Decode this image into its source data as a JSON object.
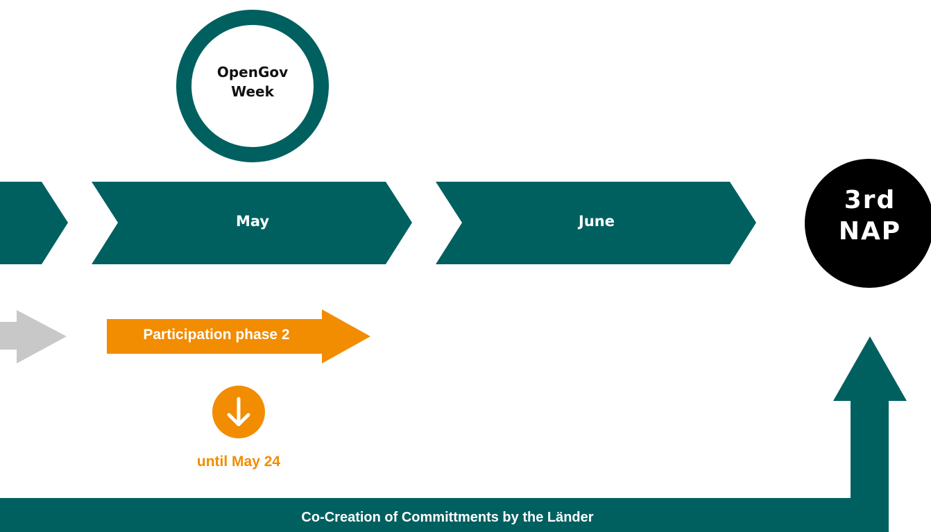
{
  "milestone_circle": {
    "line1": "OpenGov",
    "line2": "Week"
  },
  "timeline": {
    "months": [
      "May",
      "June"
    ]
  },
  "target": {
    "line1": "3rd",
    "line2": "NAP"
  },
  "participation": {
    "label": "Participation phase 2",
    "deadline": "until May 24",
    "down_icon": "arrow-down-circle-icon"
  },
  "cocreation": {
    "label": "Co-Creation of Committments by the Länder"
  },
  "colors": {
    "teal": "#006060",
    "orange": "#f28c00",
    "grey": "#c8c8c8",
    "black": "#000000"
  }
}
